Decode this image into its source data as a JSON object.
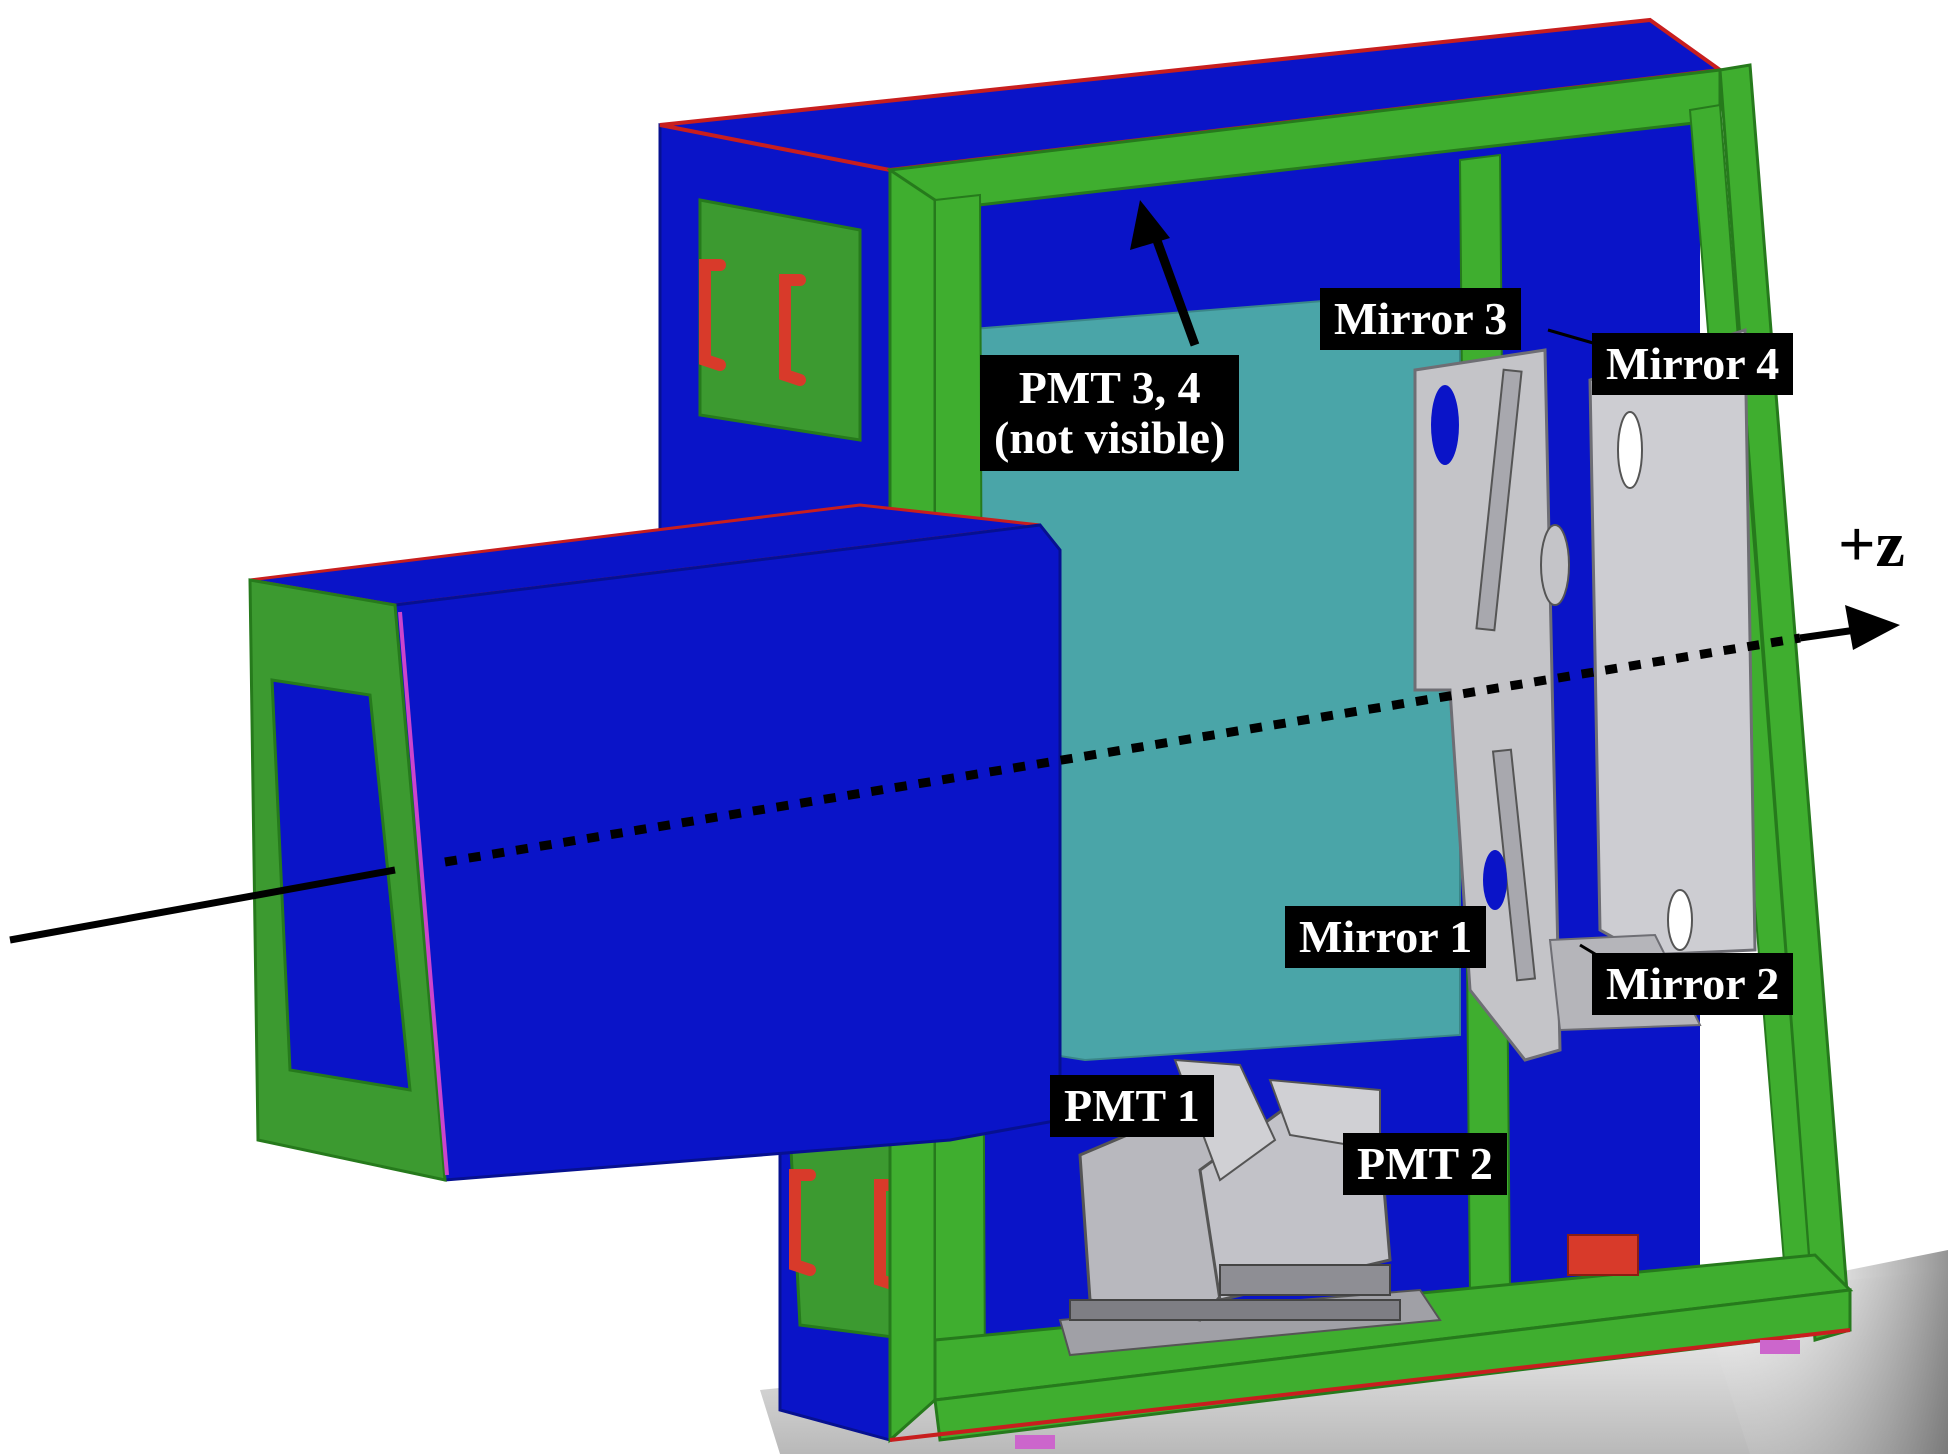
{
  "colors": {
    "panel_blue": "#0a14c8",
    "panel_blue_dark": "#061090",
    "frame_green": "#3fae2f",
    "frame_green_dark": "#267a1c",
    "window_cyan": "#4aa5a8",
    "flange_green": "#3c9a30",
    "handle_red": "#d83a2a",
    "mirror_gray": "#c4c4c8",
    "pmt_gray": "#b8b8be",
    "edge_red": "#c81e1e",
    "label_bg": "#000000",
    "label_text": "#ffffff"
  },
  "labels": {
    "mirror_3": "Mirror 3",
    "mirror_4": "Mirror 4",
    "mirror_1": "Mirror 1",
    "mirror_2": "Mirror 2",
    "pmt_1": "PMT 1",
    "pmt_2": "PMT 2",
    "pmt_34_line1": "PMT 3, 4",
    "pmt_34_line2": "(not visible)"
  },
  "axis": {
    "label": "+z"
  }
}
